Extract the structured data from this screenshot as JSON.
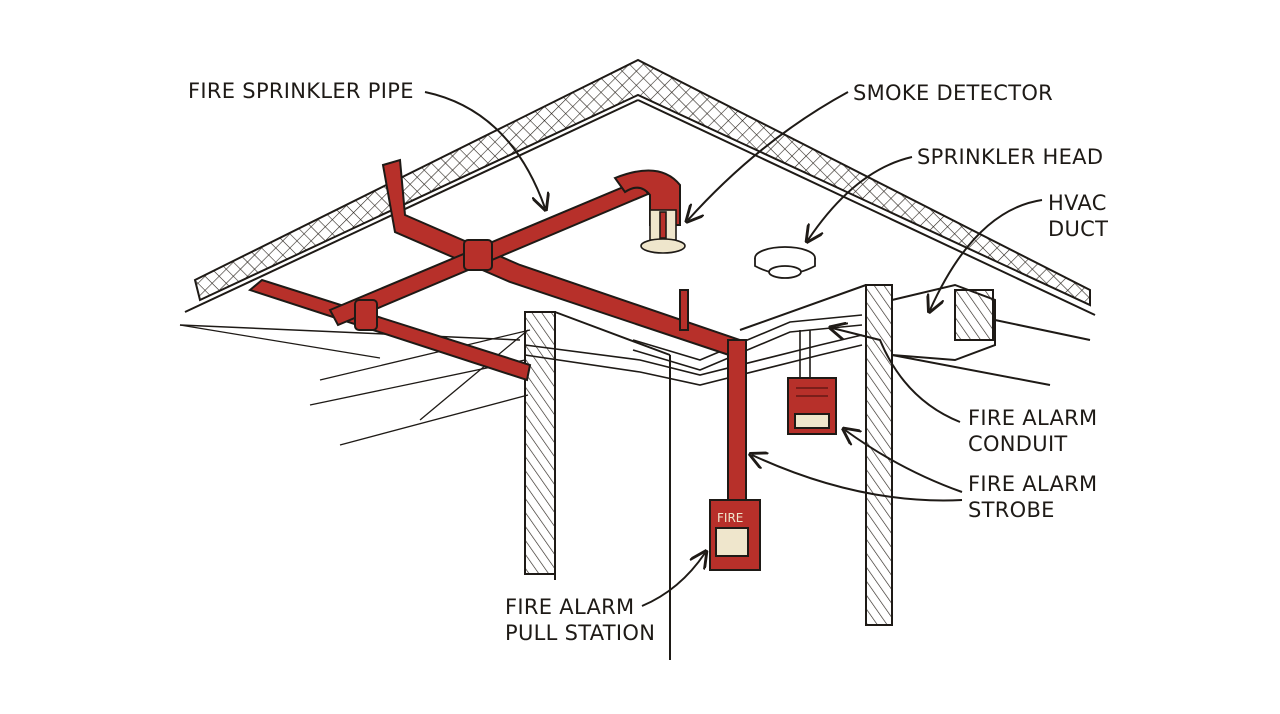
{
  "diagram": {
    "type": "labeled-illustration",
    "subject": "Ceiling corner with fire protection systems",
    "accent_color": "#b7302a",
    "ink_color": "#1e1a16",
    "labels": {
      "fire_sprinkler_pipe": "FIRE SPRINKLER PIPE",
      "smoke_detector": "SMOKE DETECTOR",
      "sprinkler_head": "SPRINKLER HEAD",
      "hvac_duct_line1": "HVAC",
      "hvac_duct_line2": "DUCT",
      "fire_alarm_conduit_line1": "FIRE ALARM",
      "fire_alarm_conduit_line2": "CONDUIT",
      "fire_alarm_strobe_line1": "FIRE ALARM",
      "fire_alarm_strobe_line2": "STROBE",
      "pull_station_line1": "FIRE ALARM",
      "pull_station_line2": "PULL STATION"
    },
    "pull_station_text": "FIRE"
  }
}
